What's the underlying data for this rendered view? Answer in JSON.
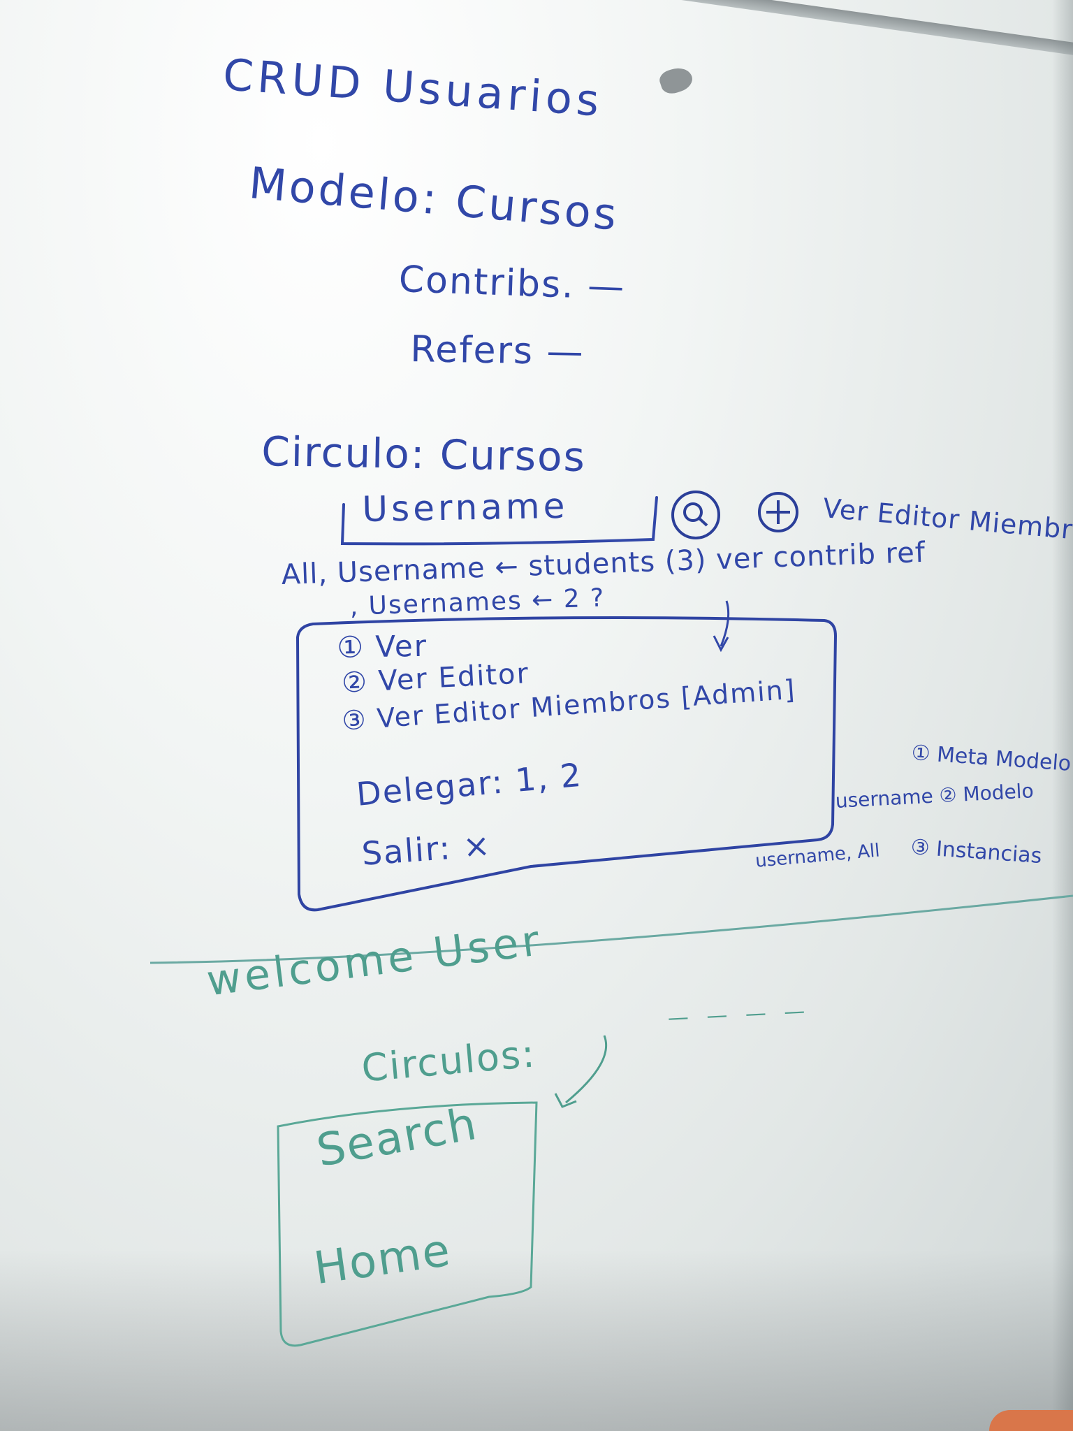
{
  "title": "CRUD  Usuarios",
  "modelo": {
    "heading": "Modelo: Cursos",
    "items": [
      "Contribs. —",
      "Refers —"
    ]
  },
  "circulo": {
    "heading": "Circulo: Cursos",
    "search_placeholder": "Username",
    "search_icon": "search-icon",
    "add_icon": "plus-icon",
    "actions_label": "Ver Editor Miembros",
    "line_all": "All, Username ← students (3) ver contrib ref",
    "line_usernames": ", Usernames ← 2 ?"
  },
  "menu_box": {
    "options": [
      "① Ver",
      "② Ver Editor",
      "③ Ver Editor Miembros [Admin]"
    ],
    "delegar": "Delegar: 1, 2",
    "salir": "Salir: ×"
  },
  "side_notes": {
    "items": [
      "① Meta Modelo",
      "username ② Modelo",
      "③ Instancias"
    ],
    "username_all": "username, All"
  },
  "welcome": {
    "heading": "welcome  User",
    "circulos": "Circulos:",
    "dashes": "— — — —",
    "menu": [
      "Search",
      "Home"
    ]
  },
  "colors": {
    "blue_marker": "#3147a8",
    "green_marker": "#4f9e8e"
  }
}
